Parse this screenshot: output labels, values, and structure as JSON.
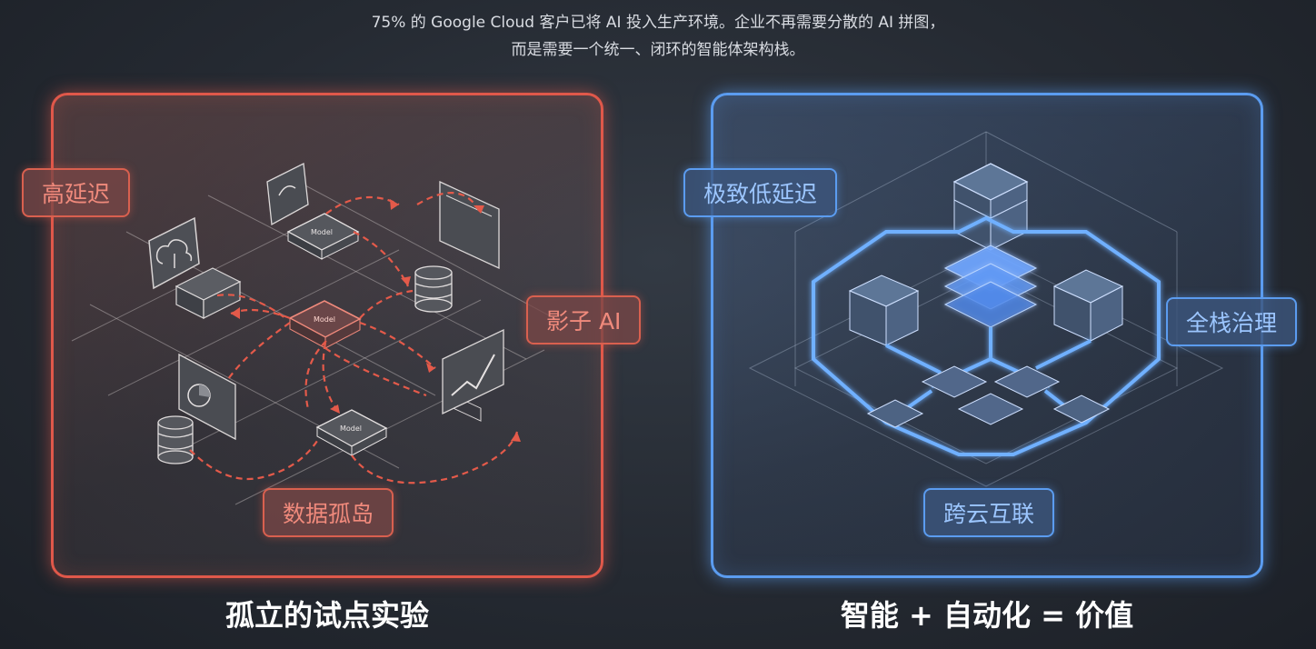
{
  "intro": {
    "line1": "75% 的 Google Cloud 客户已将 AI 投入生产环境。企业不再需要分散的 AI 拼图，",
    "line2": "而是需要一个统一、闭环的智能体架构栈。"
  },
  "left_panel": {
    "caption": "孤立的试点实验",
    "tags": {
      "latency": "高延迟",
      "shadow_ai": "影子 AI",
      "data_silos": "数据孤岛"
    },
    "chip_label": "Model",
    "colors": {
      "accent": "#e0584a"
    }
  },
  "right_panel": {
    "caption": "智能 + 自动化 = 价值",
    "tags": {
      "low_latency": "极致低延迟",
      "governance": "全栈治理",
      "interconnect": "跨云互联"
    },
    "colors": {
      "accent": "#5b9cf0"
    }
  }
}
